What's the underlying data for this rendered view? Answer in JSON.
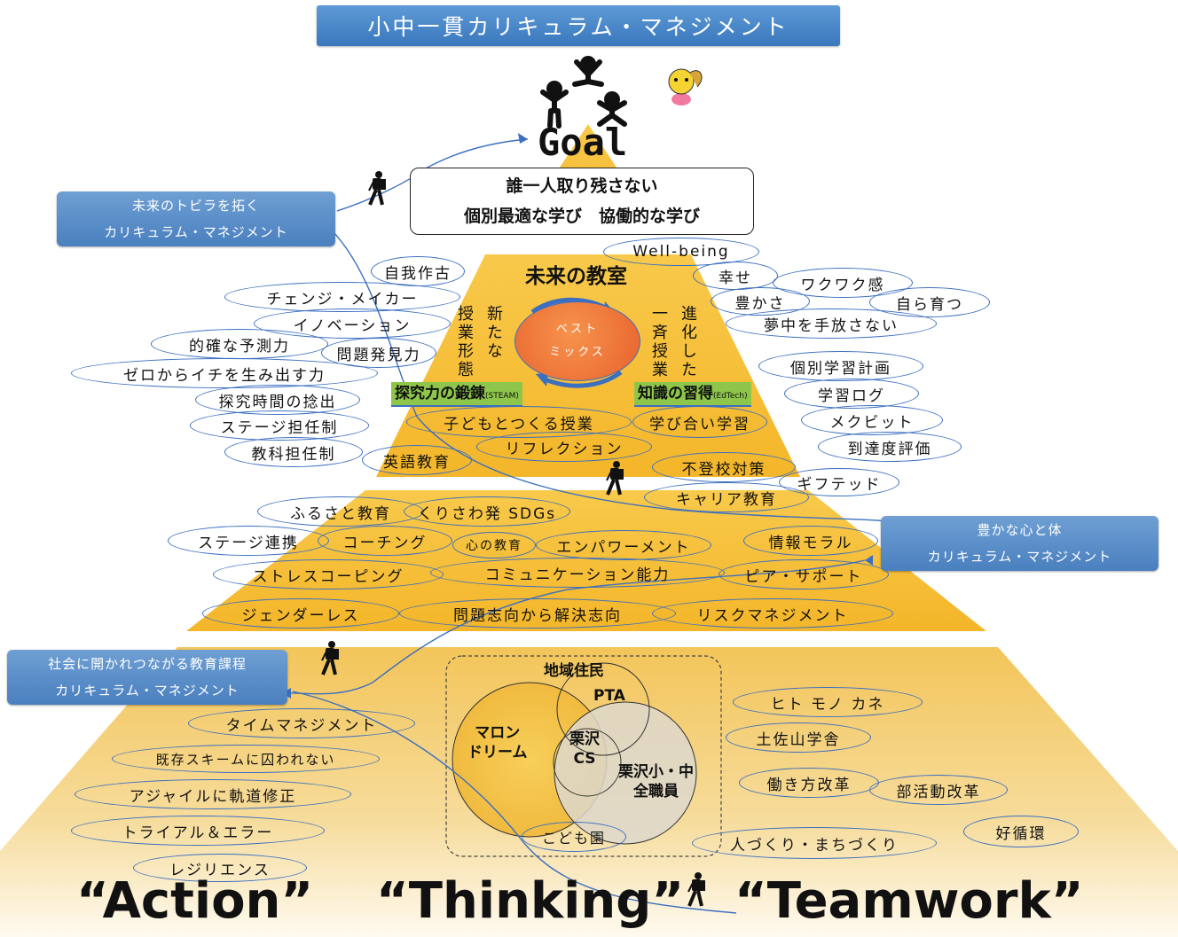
{
  "title": "小中一貫カリキュラム・マネジメント",
  "goal": "Goal",
  "top_box": {
    "line1": "誰一人取り残さない",
    "line2": "個別最適な学び　協働的な学び"
  },
  "side_boxes": {
    "future": {
      "line1": "未来のトビラを拓く",
      "line2": "カリキュラム・マネジメント"
    },
    "heart": {
      "line1": "豊かな心と体",
      "line2": "カリキュラム・マネジメント"
    },
    "society": {
      "line1": "社会に開かれつながる教育課程",
      "line2": "カリキュラム・マネジメント"
    }
  },
  "classroom": {
    "title": "未来の教室",
    "best_mix": {
      "line1": "ベスト",
      "line2": "ミックス"
    },
    "new_form": {
      "col1": "新たな",
      "col2": "授業形態"
    },
    "evolved": {
      "col1": "進化した",
      "col2": "一斉授業"
    },
    "steam": {
      "main": "探究力の鍛錬",
      "sub": "(STEAM)"
    },
    "edtech": {
      "main": "知識の習得",
      "sub": "(EdTech)"
    }
  },
  "tier1_left": [
    "自我作古",
    "チェンジ・メイカー",
    "イノベーション",
    "的確な予測力",
    "問題発見力",
    "ゼロからイチを生み出す力",
    "探究時間の捻出",
    "ステージ担任制",
    "教科担任制",
    "英語教育"
  ],
  "tier1_right": [
    "Well-being",
    "幸せ",
    "ワクワク感",
    "豊かさ",
    "自ら育つ",
    "夢中を手放さない",
    "個別学習計画",
    "学習ログ",
    "メクビット",
    "到達度評価",
    "不登校対策",
    "ギフテッド",
    "キャリア教育"
  ],
  "tier1_center": [
    "子どもとつくる授業",
    "学び合い学習",
    "リフレクション"
  ],
  "tier2": [
    "ふるさと教育",
    "くりさわ発 SDGs",
    "ステージ連携",
    "コーチング",
    "心の教育",
    "エンパワーメント",
    "情報モラル",
    "ストレスコーピング",
    "コミュニケーション能力",
    "ピア・サポート",
    "ジェンダーレス",
    "問題志向から解決志向",
    "リスクマネジメント"
  ],
  "tier3_left": [
    "タイムマネジメント",
    "既存スキームに囚われない",
    "アジャイルに軌道修正",
    "トライアル＆エラー",
    "レジリエンス"
  ],
  "tier3_right": [
    "ヒト モノ カネ",
    "土佐山学舎",
    "働き方改革",
    "部活動改革",
    "好循環",
    "人づくり・まちづくり"
  ],
  "venn": {
    "title": "地域住民",
    "pta": "PTA",
    "maron": {
      "line1": "マロン",
      "line2": "ドリーム"
    },
    "cs": {
      "line1": "栗沢",
      "line2": "CS"
    },
    "staff": {
      "line1": "栗沢小・中",
      "line2": "全職員"
    },
    "kodomoen": "こども園"
  },
  "bottom": {
    "action": "“Action”",
    "thinking": "“Thinking”",
    "teamwork": "“Teamwork”"
  },
  "colors": {
    "pyramid": "#f5bc2f",
    "banner": "#4a86c8",
    "steam_green": "#8dc64a",
    "best_mix": "#ec6a32",
    "oval_border": "#3b6fc0"
  }
}
